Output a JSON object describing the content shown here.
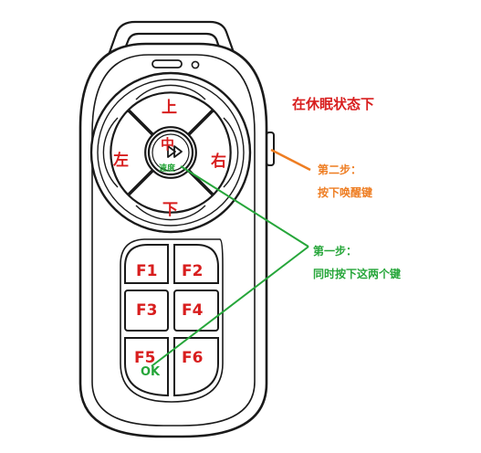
{
  "dpad": {
    "up": "上",
    "down": "下",
    "left": "左",
    "right": "右",
    "center": "中",
    "center_sub": "速度"
  },
  "fkeys": [
    "F1",
    "F2",
    "F3",
    "F4",
    "F5",
    "F6"
  ],
  "fkey_sub": "OK",
  "annotations": {
    "state": "在休眠状态下",
    "step2_title": "第二步：",
    "step2_text": "按下唤醒键",
    "step1_title": "第一步：",
    "step1_text": "同时按下这两个键"
  },
  "colors": {
    "outline": "#1a1a1a",
    "label_red": "#d81e1e",
    "step2_orange": "#ee7d22",
    "step1_green": "#26a63a"
  }
}
